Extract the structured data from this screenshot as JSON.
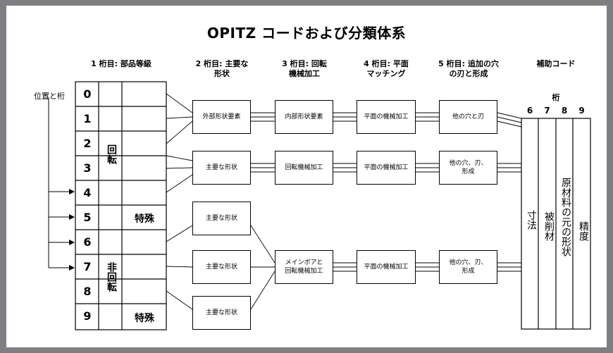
{
  "title": "OPITZ コードおよび分類体系",
  "headers": {
    "digit1": "1 桁目: 部品等級",
    "digit2_line1": "2 桁目: 主要な",
    "digit2_line2": "形状",
    "digit3_line1": "3 桁目: 回転",
    "digit3_line2": "機械加工",
    "digit4_line1": "4 桁目: 平面",
    "digit4_line2": "マッチング",
    "digit5_line1": "5 桁目: 追加の穴",
    "digit5_line2": "の刃と形成",
    "supplementary": "補助コード"
  },
  "position_label": "位置と桁",
  "digit_numbers": [
    "0",
    "1",
    "2",
    "3",
    "4",
    "5",
    "6",
    "7",
    "8",
    "9"
  ],
  "class_labels": {
    "rotational": "回転",
    "non_rotational": "非回転",
    "special_1": "特殊",
    "special_2": "特殊"
  },
  "boxes": {
    "outer_shape": "外部形状要素",
    "inner_shape": "内部形状要素",
    "plane_1": "平面の機械加工",
    "holes_1": "他の穴と刃",
    "main_shape_1": "主要な形状",
    "rot_machining": "回転機械加工",
    "plane_2": "平面の機械加工",
    "holes_2_line1": "他の穴、刃、",
    "holes_2_line2": "形成",
    "main_shape_2": "主要な形状",
    "main_shape_3": "主要な形状",
    "main_shape_4": "主要な形状",
    "bore_line1": "メインボアと",
    "bore_line2": "回転機械加工",
    "plane_3": "平面の機械加工",
    "holes_3_line1": "他の穴、刃、",
    "holes_3_line2": "形成"
  },
  "supplementary": {
    "digit_label": "桁",
    "digits": [
      "6",
      "7",
      "8",
      "9"
    ],
    "columns": [
      "寸法",
      "被削材",
      "原材料の元の形状",
      "精度"
    ]
  }
}
